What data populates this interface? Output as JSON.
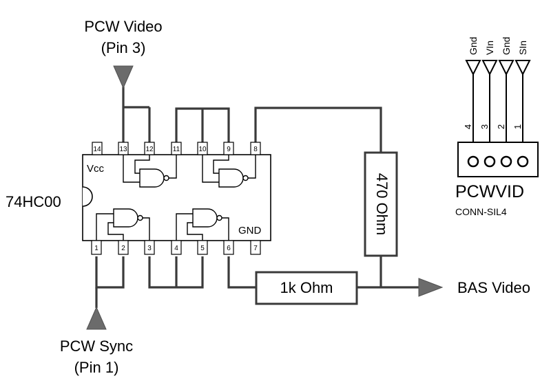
{
  "inputs": {
    "video": {
      "line1": "PCW Video",
      "line2": "(Pin 3)"
    },
    "sync": {
      "line1": "PCW Sync",
      "line2": "(Pin 1)"
    }
  },
  "output": {
    "label": "BAS Video"
  },
  "chip": {
    "part": "74HC00",
    "vcc_label": "Vcc",
    "gnd_label": "GND",
    "top_pins": [
      "14",
      "13",
      "12",
      "11",
      "10",
      "9",
      "8"
    ],
    "bottom_pins": [
      "1",
      "2",
      "3",
      "4",
      "5",
      "6",
      "7"
    ]
  },
  "resistors": {
    "r_series": "1k Ohm",
    "r_vertical": "470 Ohm"
  },
  "connector": {
    "name": "PCWVID",
    "type": "CONN-SIL4",
    "pin_names": [
      "Gnd",
      "VIn",
      "Gnd",
      "SIn"
    ],
    "pin_numbers": [
      "4",
      "3",
      "2",
      "1"
    ]
  },
  "colors": {
    "wire": "#3a3a3a",
    "arrow": "#6b6b6b",
    "outline": "#000000"
  }
}
